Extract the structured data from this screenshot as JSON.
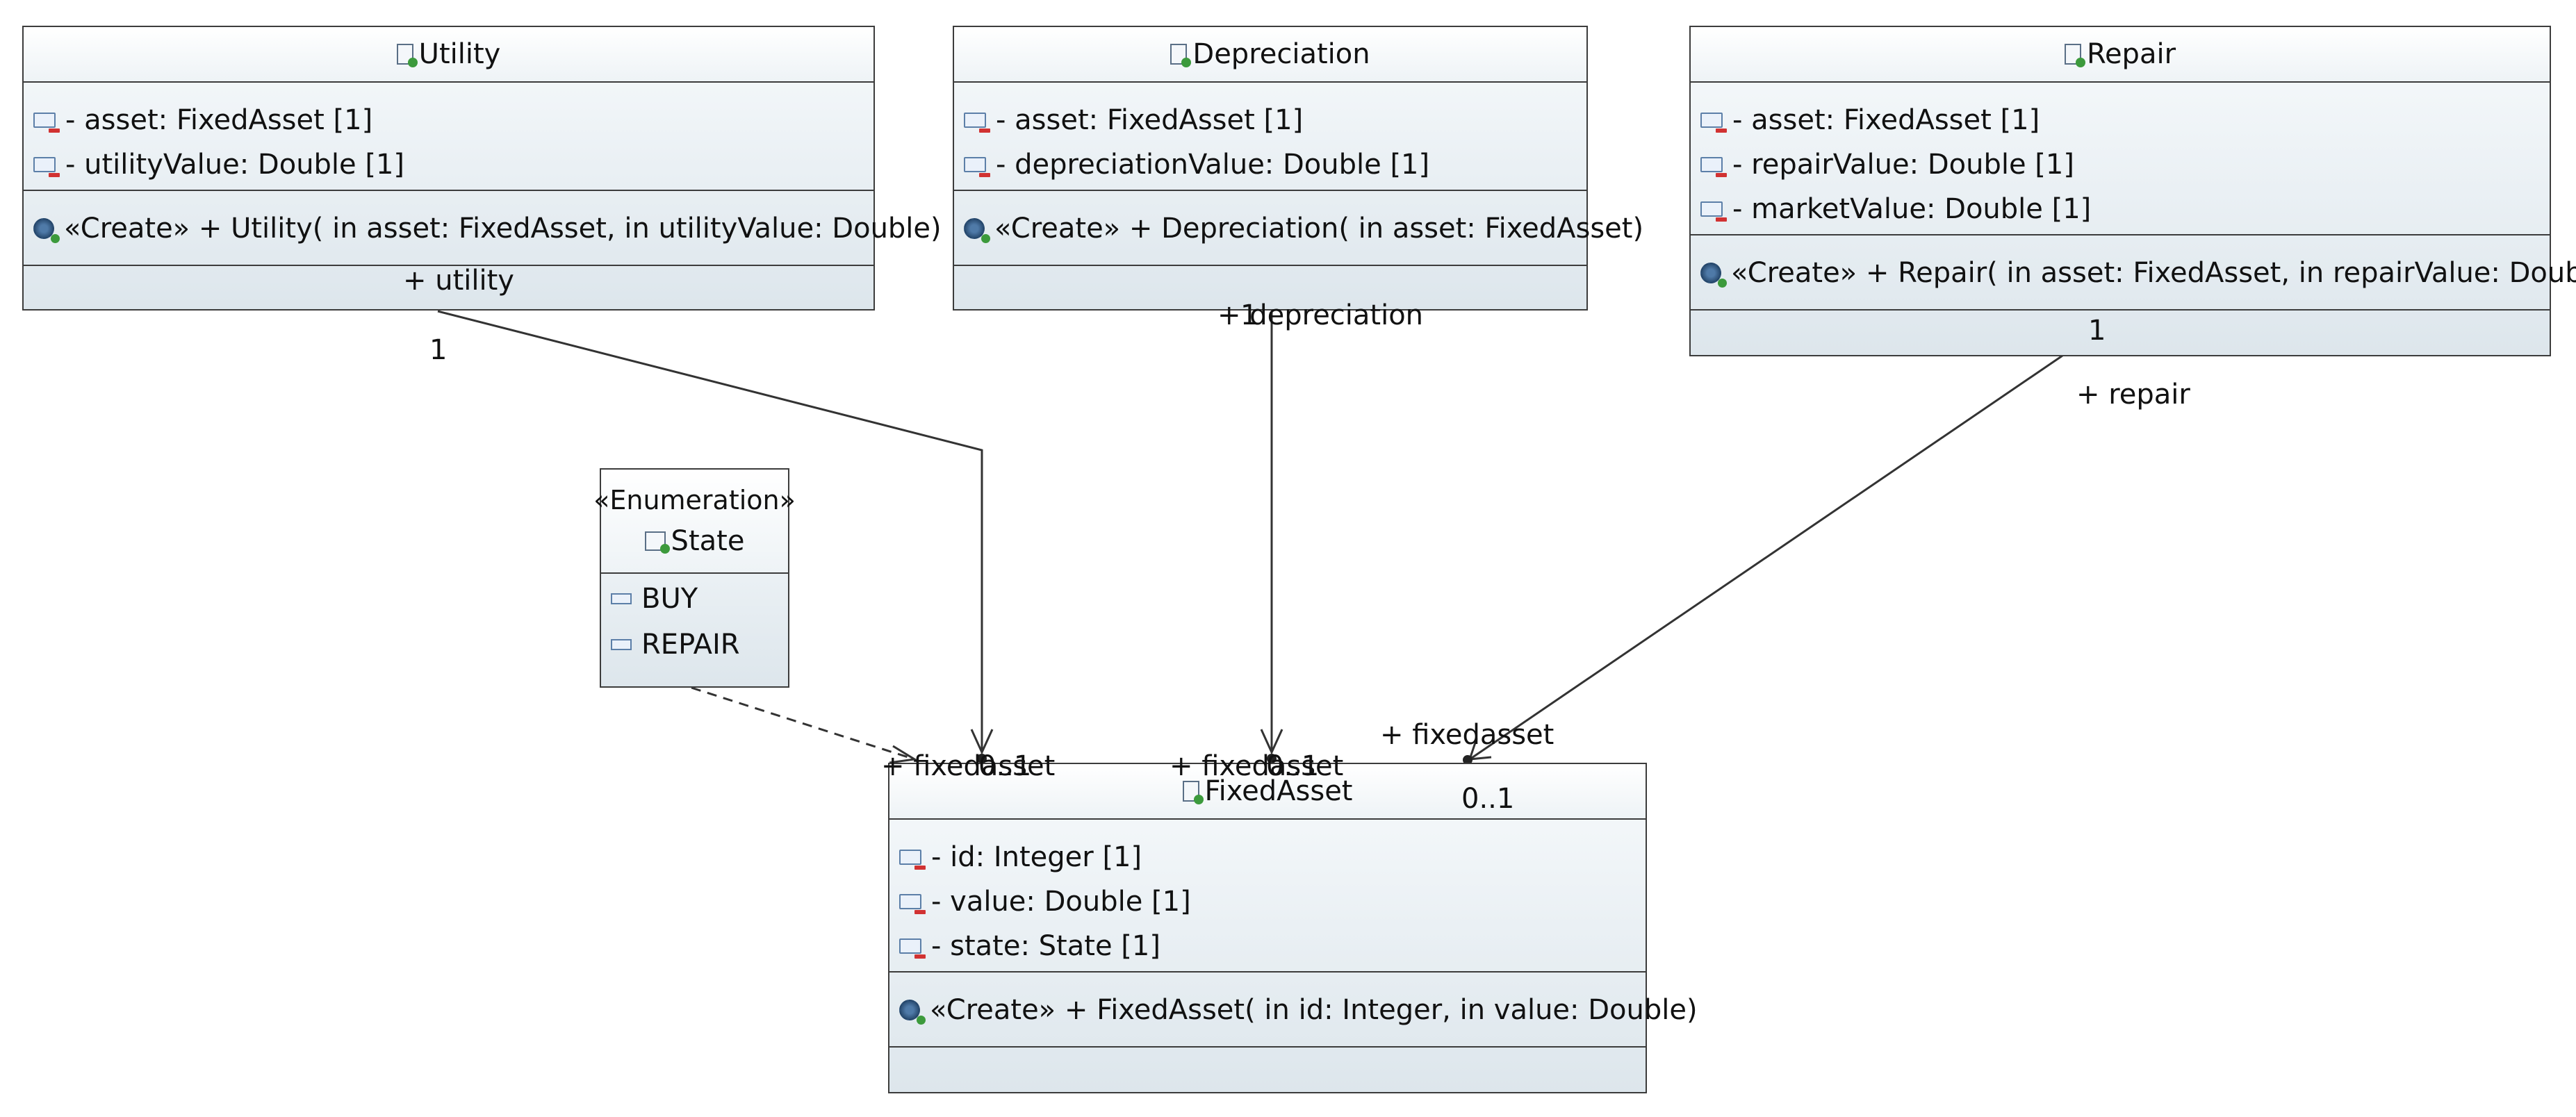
{
  "classes": {
    "utility": {
      "name": "Utility",
      "attributes": [
        "- asset: FixedAsset [1]",
        "- utilityValue: Double [1]"
      ],
      "operations": [
        "«Create»  + Utility(  in asset: FixedAsset,   in utilityValue: Double)"
      ]
    },
    "depreciation": {
      "name": "Depreciation",
      "attributes": [
        "- asset: FixedAsset [1]",
        "- depreciationValue: Double [1]"
      ],
      "operations": [
        "«Create»  + Depreciation(  in asset: FixedAsset)"
      ]
    },
    "repair": {
      "name": "Repair",
      "attributes": [
        "- asset: FixedAsset [1]",
        "- repairValue: Double [1]",
        "- marketValue: Double [1]"
      ],
      "operations": [
        "«Create»  + Repair(  in asset: FixedAsset,   in repairValue: Double)"
      ]
    },
    "fixedasset": {
      "name": "FixedAsset",
      "attributes": [
        "- id: Integer [1]",
        "- value: Double [1]",
        "- state: State [1]"
      ],
      "operations": [
        "«Create»  + FixedAsset(  in id: Integer,   in value: Double)"
      ]
    }
  },
  "enumeration": {
    "stereotype": "«Enumeration»",
    "name": "State",
    "literals": [
      "BUY",
      "REPAIR"
    ]
  },
  "labels": {
    "utility_role": "+ utility",
    "utility_mult": "1",
    "depreciation_role": "+ depreciation",
    "depreciation_mult": "1",
    "repair_mult": "1",
    "repair_role": "+ repair",
    "fa_role_left": "+ fixedasset",
    "fa_mult_left": "0..1",
    "fa_role_mid": "+ fixedasset",
    "fa_mult_mid": "0..1",
    "fa_role_right": "+ fixedasset",
    "fa_mult_right": "0..1"
  },
  "colors": {
    "line": "#333333",
    "class_fill_top": "#f7fafc",
    "class_fill_bottom": "#dde6ec"
  }
}
